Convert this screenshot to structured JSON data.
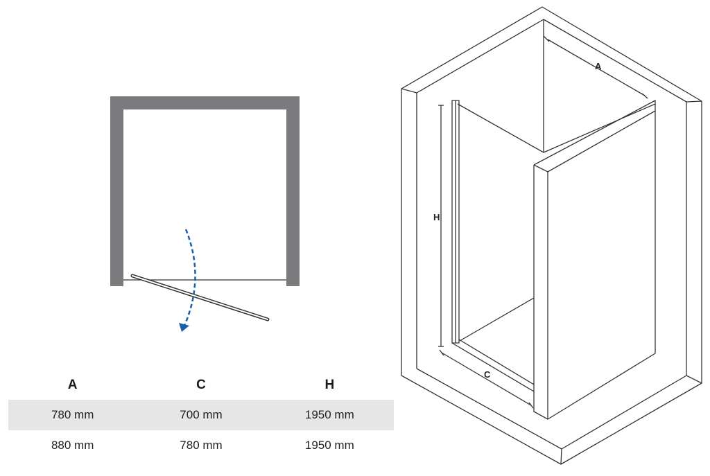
{
  "iso_labels": {
    "a": "A",
    "h": "H",
    "c": "C"
  },
  "table": {
    "headers": [
      "A",
      "C",
      "H"
    ],
    "rows": [
      [
        "780 mm",
        "700 mm",
        "1950 mm"
      ],
      [
        "880 mm",
        "780 mm",
        "1950 mm"
      ]
    ]
  },
  "colors": {
    "wall": "#7b7b7d",
    "arrow": "#1b5fa8",
    "line": "#333333",
    "row_shade": "#e6e6e6"
  }
}
